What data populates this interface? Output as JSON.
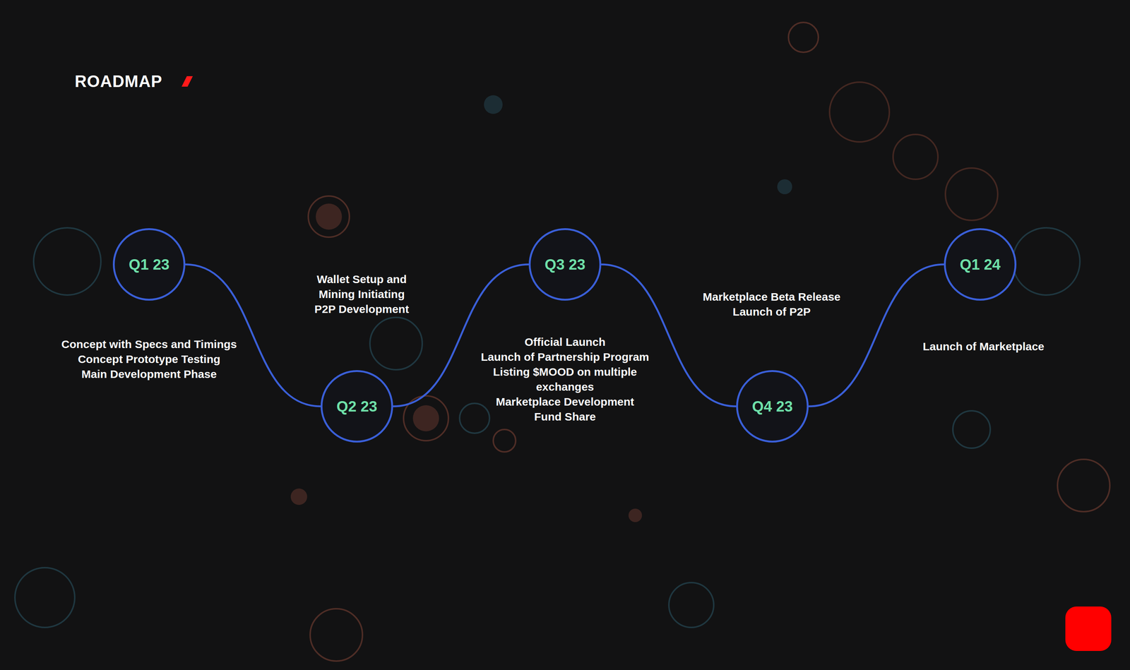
{
  "diagram": {
    "title": "ROADMAP",
    "nodes": [
      {
        "text": [
          "Q1 23"
        ]
      },
      {
        "text": [
          "Q2 23"
        ]
      },
      {
        "text": [
          "Q3 23"
        ]
      },
      {
        "text": [
          "Q4 23"
        ]
      },
      {
        "text": [
          "Q1 24"
        ]
      }
    ],
    "edges": [
      {
        "from": 0,
        "to": 1,
        "arrow": "none"
      },
      {
        "from": 1,
        "to": 2,
        "arrow": "none"
      },
      {
        "from": 2,
        "to": 3,
        "arrow": "none"
      },
      {
        "from": 3,
        "to": 4,
        "arrow": "none"
      }
    ],
    "labels": [
      "Concept with Specs and Timings",
      "Concept Prototype Testing",
      "Main Development Phase",
      "Wallet Setup and Mining Initiating",
      "P2P Development",
      "Official Launch",
      "Launch of Partnership Program",
      "Listing $MOOD on multiple exchanges",
      "Marketplace Development",
      "Fund Share",
      "Marketplace Beta Release",
      "Launch of P2P",
      "Launch of Marketplace"
    ]
  }
}
